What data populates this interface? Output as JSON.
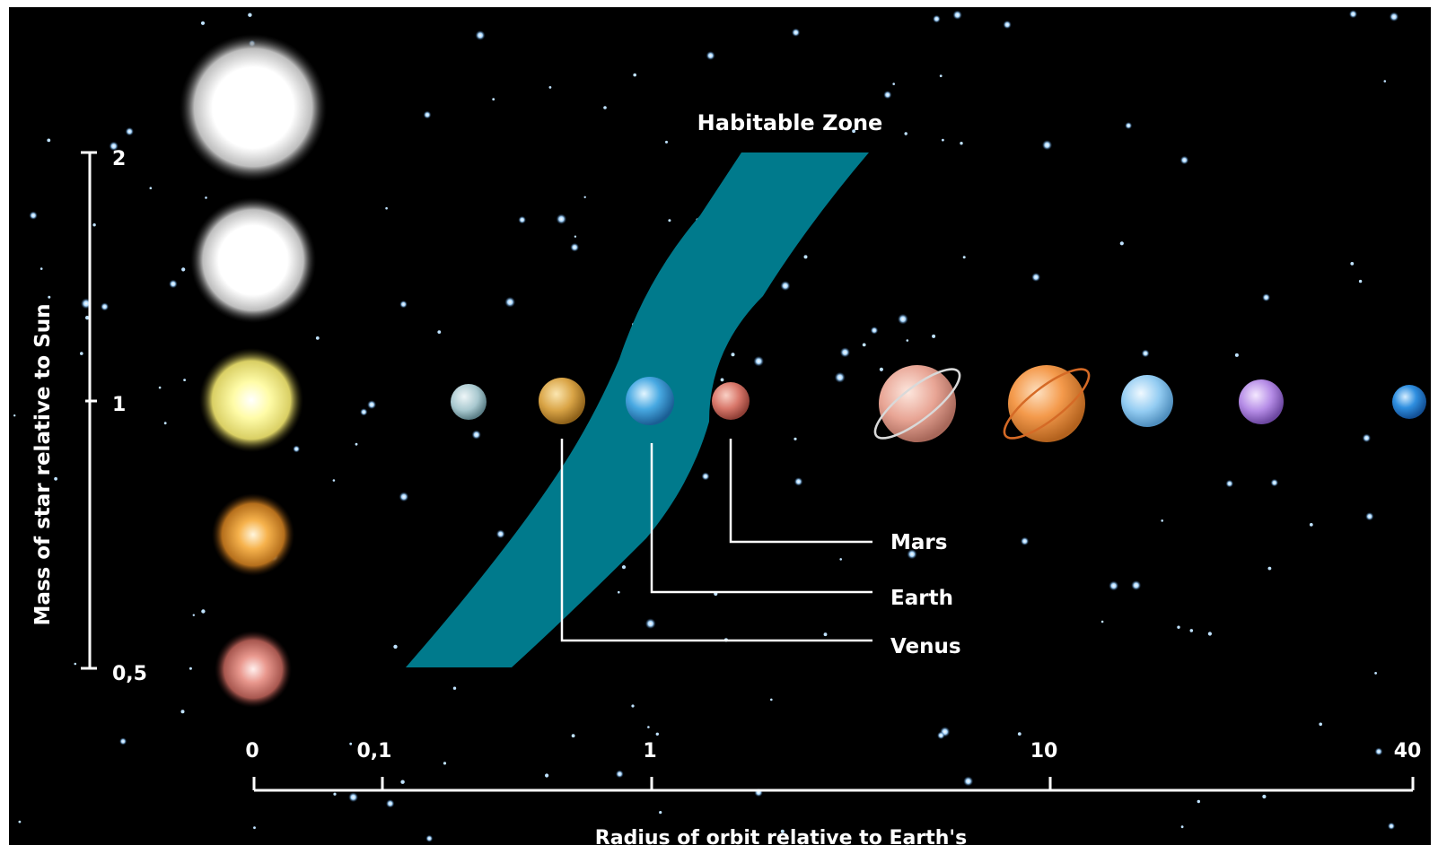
{
  "diagram": {
    "zone_label": "Habitable Zone",
    "x_axis": {
      "title": "Radius of orbit relative to Earth's",
      "ticks": [
        "0",
        "0,1",
        "1",
        "10",
        "40"
      ]
    },
    "y_axis": {
      "title": "Mass of star relative to Sun",
      "ticks": [
        "2",
        "1",
        "0,5"
      ]
    },
    "planet_labels": {
      "mars": "Mars",
      "earth": "Earth",
      "venus": "Venus"
    },
    "colors": {
      "background": "#000000",
      "habitable_zone": "#007a8c",
      "lines": "#ffffff"
    },
    "icons": {
      "stars": [
        "white-star-icon",
        "white-star-icon",
        "yellow-star-icon",
        "orange-star-icon",
        "red-star-icon"
      ],
      "planets": [
        "mercury-icon",
        "venus-icon",
        "earth-icon",
        "mars-icon",
        "jupiter-icon",
        "saturn-icon",
        "uranus-icon",
        "neptune-icon",
        "pluto-icon"
      ]
    }
  }
}
